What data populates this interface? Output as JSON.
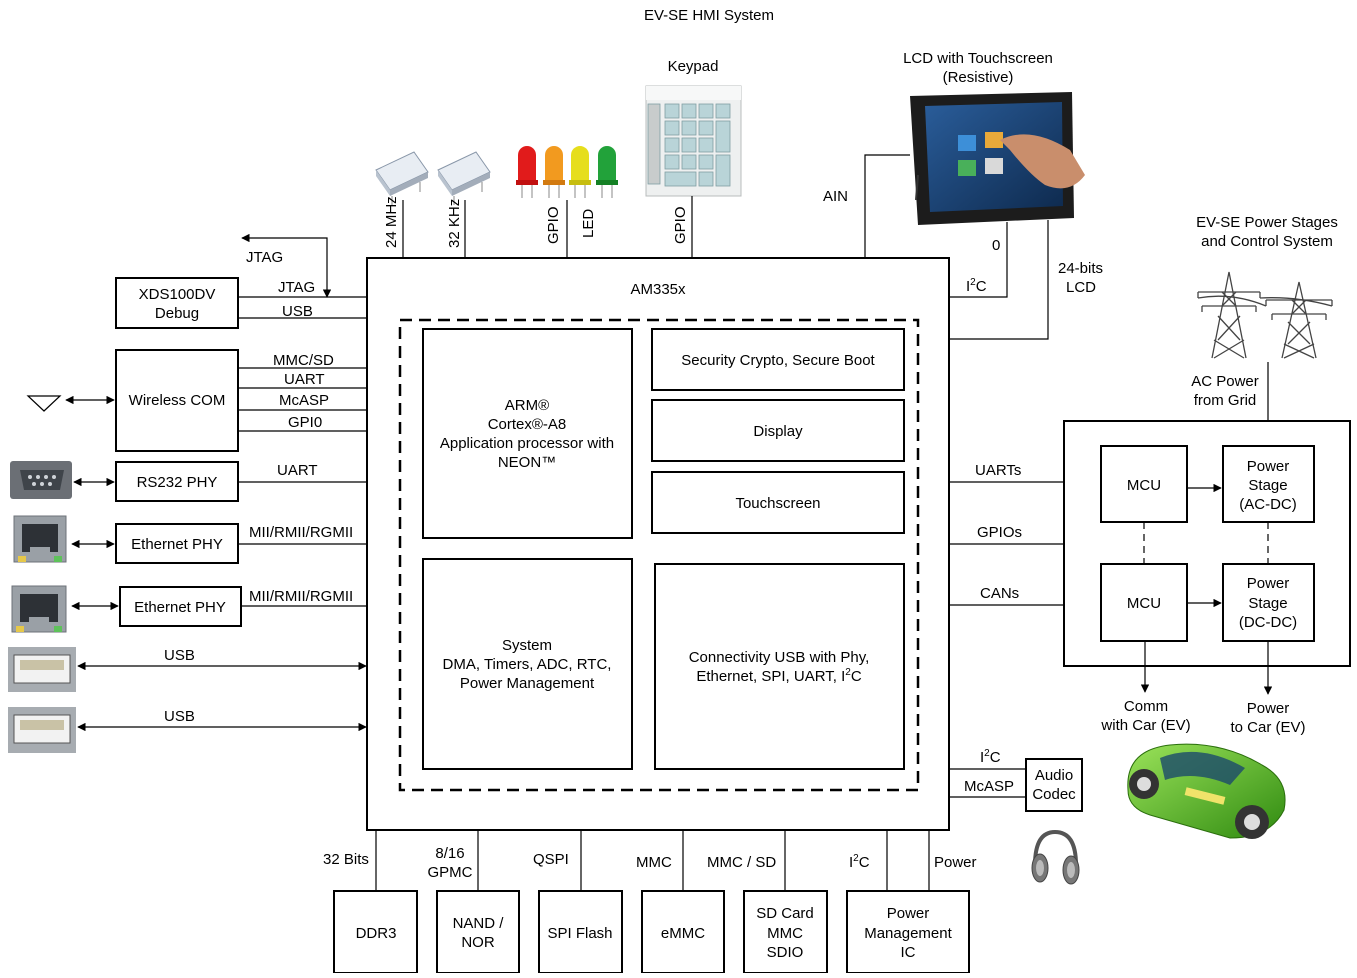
{
  "title": "EV-SE HMI System",
  "soc": {
    "name": "AM335x",
    "arm": [
      "ARM®",
      "Cortex®-A8",
      "Application processor with",
      "NEON™"
    ],
    "security": "Security Crypto, Secure Boot",
    "display": "Display",
    "touchscreen": "Touchscreen",
    "system": [
      "System",
      "DMA, Timers, ADC, RTC,",
      "Power Management"
    ],
    "connectivity": [
      "Connectivity USB with Phy,",
      "Ethernet, SPI, UART, I",
      "2",
      "C"
    ]
  },
  "top": {
    "osc1": "24 MHz",
    "osc2": "32 KHz",
    "gpio_led": "GPIO",
    "led": "LED",
    "gpio_keypad": "GPIO",
    "keypad": "Keypad",
    "lcd": [
      "LCD with Touchscreen",
      "(Resistive)"
    ],
    "ain": "AIN",
    "zero": "0",
    "i2c": [
      "I",
      "2",
      "C"
    ],
    "lcd24": [
      "24-bits",
      "LCD"
    ]
  },
  "left": {
    "jtag_top": "JTAG",
    "jtag": "JTAG",
    "usb": "USB",
    "xds": [
      "XDS100DV",
      "Debug"
    ],
    "wireless": "Wireless COM",
    "mmcsd": "MMC/SD",
    "uart1": "UART",
    "mcasp": "McASP",
    "gpio0": "GPI0",
    "rs232": "RS232 PHY",
    "uart2": "UART",
    "eth1": "Ethernet PHY",
    "mii1": "MII/RMII/RGMII",
    "eth2": "Ethernet PHY",
    "mii2": "MII/RMII/RGMII",
    "usb1": "USB",
    "usb2": "USB"
  },
  "right": {
    "power_title": [
      "EV-SE Power Stages",
      "and Control System"
    ],
    "ac_power": [
      "AC Power",
      "from Grid"
    ],
    "uarts": "UARTs",
    "gpios": "GPIOs",
    "cans": "CANs",
    "mcu1": "MCU",
    "mcu2": "MCU",
    "ps1": [
      "Power",
      "Stage",
      "(AC-DC)"
    ],
    "ps2": [
      "Power",
      "Stage",
      "(DC-DC)"
    ],
    "comm": [
      "Comm",
      "with Car (EV)"
    ],
    "power_car": [
      "Power",
      "to Car (EV)"
    ],
    "i2c": [
      "I",
      "2",
      "C"
    ],
    "mcasp": "McASP",
    "audio": [
      "Audio",
      "Codec"
    ]
  },
  "bottom": {
    "bits32": "32 Bits",
    "gpmc": [
      "8/16",
      "GPMC"
    ],
    "qspi": "QSPI",
    "mmc": "MMC",
    "mmcsd": "MMC / SD",
    "i2c": [
      "I",
      "2",
      "C"
    ],
    "power": "Power",
    "ddr3": "DDR3",
    "nand": [
      "NAND /",
      "NOR"
    ],
    "spi": "SPI Flash",
    "emmc": "eMMC",
    "sdcard": [
      "SD Card",
      "MMC",
      "SDIO"
    ],
    "pmic": [
      "Power",
      "Management",
      "IC"
    ]
  },
  "colors": {
    "led_red": "#e11b1b",
    "led_orange": "#f29a1f",
    "led_yellow": "#e6de1c",
    "led_green": "#22a23a",
    "car_green": "#4fc01e"
  }
}
